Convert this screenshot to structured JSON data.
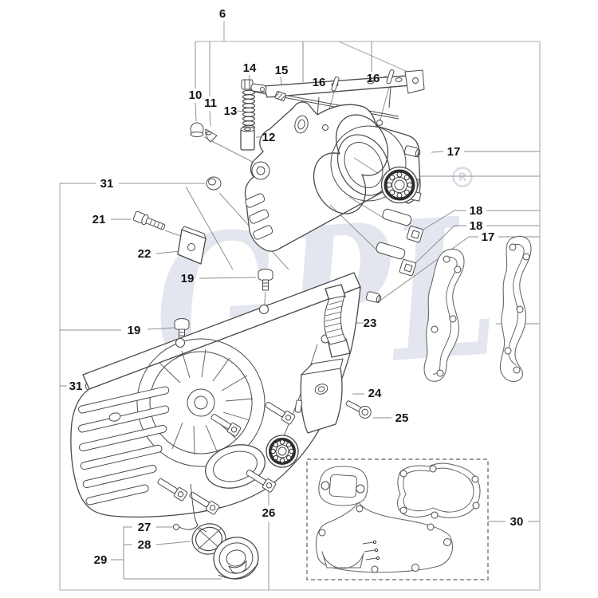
{
  "diagram": {
    "type": "exploded-parts-diagram",
    "description": "Crankcase exploded parts view with numbered callouts",
    "watermark": "GPL",
    "registered_mark": "R",
    "callouts": {
      "c6": "6",
      "c10": "10",
      "c11": "11",
      "c12": "12",
      "c13": "13",
      "c14": "14",
      "c15": "15",
      "c16a": "16",
      "c16b": "16",
      "c17a": "17",
      "c17b": "17",
      "c18a": "18",
      "c18b": "18",
      "c19a": "19",
      "c19b": "19",
      "c21": "21",
      "c22": "22",
      "c23": "23",
      "c24": "24",
      "c25": "25",
      "c26": "26",
      "c27": "27",
      "c28": "28",
      "c29": "29",
      "c30": "30",
      "c31a": "31",
      "c31b": "31"
    }
  },
  "colors": {
    "line": "#4a4a4a",
    "leader": "#8f8f8f",
    "label": "#141414",
    "watermark": "#e3e6ee",
    "registered": "#d7dbe4",
    "background": "#ffffff"
  }
}
